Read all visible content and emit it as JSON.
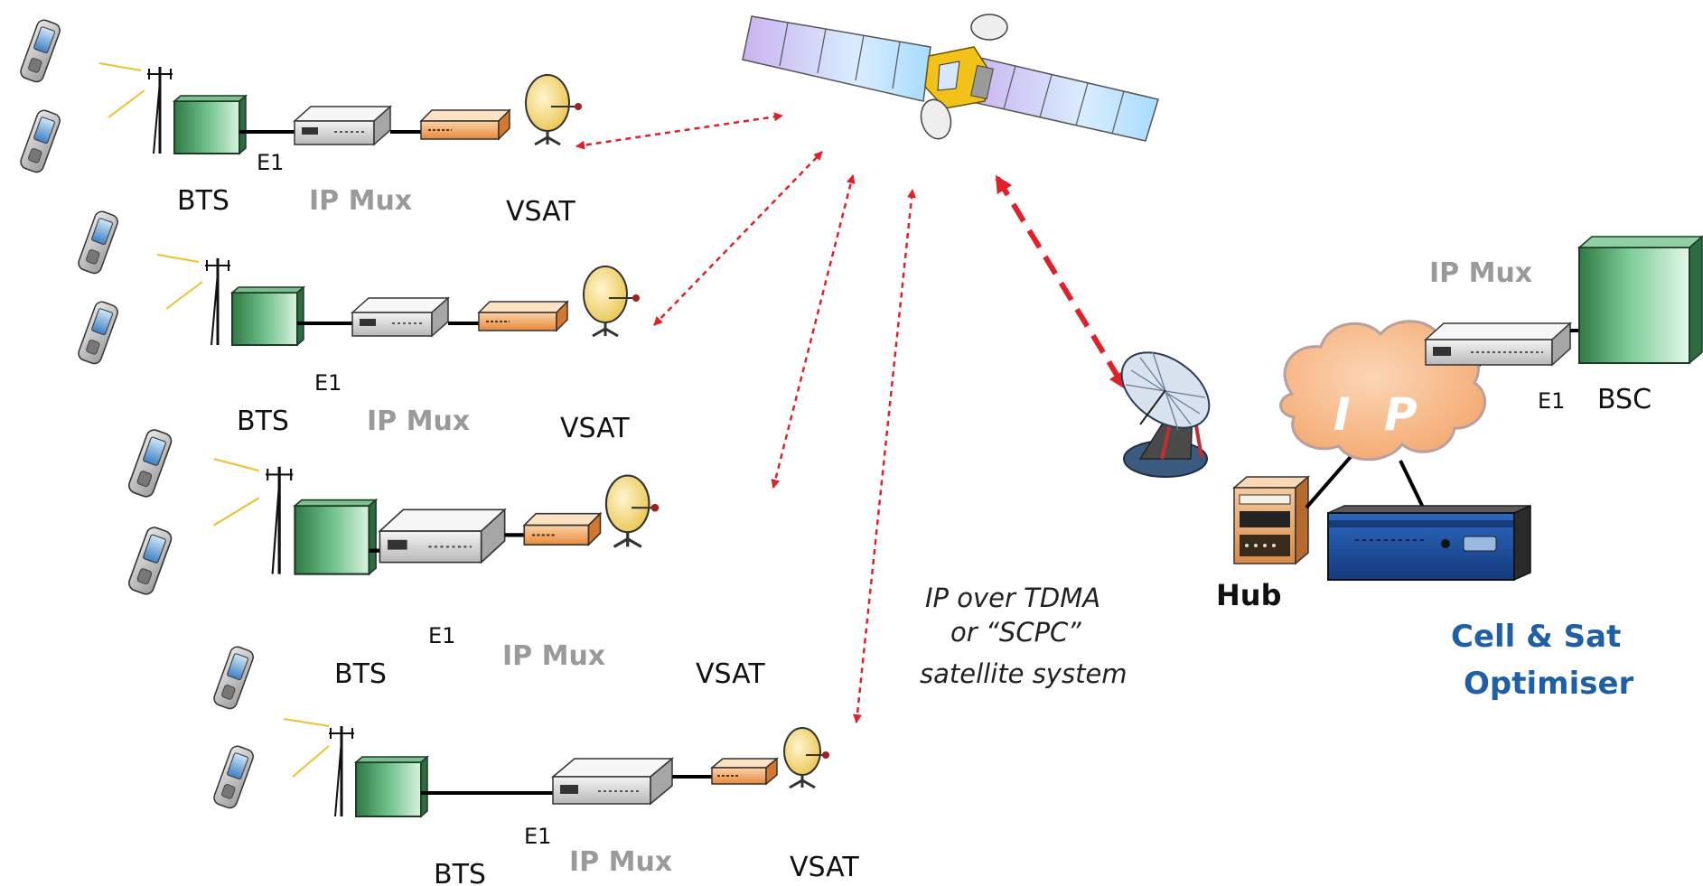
{
  "labels": {
    "bts": "BTS",
    "ip_mux": "IP Mux",
    "vsat": "VSAT",
    "e1": "E1",
    "bsc": "BSC",
    "hub": "Hub",
    "cloud_ip": "I P"
  },
  "satellite_note": {
    "line1": "IP over TDMA",
    "line2": "or “SCPC”",
    "line3": "satellite system"
  },
  "optimiser": {
    "line1": "Cell & Sat",
    "line2": "Optimiser"
  },
  "colors": {
    "link_red": "#e0202a",
    "optimiser_text": "#1f5fa6",
    "mux_text": "#9a9a9a",
    "bts_green": "#3f9a5c",
    "vsat_modem": "#f0a25a",
    "vsat_dish": "#f5d96a",
    "cloud": "#f5b88a",
    "server_blue": "#1c4fa0",
    "radio_beam": "#f0c030"
  },
  "icons": [
    "phone-icon",
    "antenna-icon",
    "bts-cabinet-icon",
    "ip-mux-icon",
    "vsat-modem-icon",
    "vsat-dish-icon",
    "satellite-icon",
    "hub-dish-icon",
    "hub-rack-icon",
    "cloud-icon",
    "server-icon",
    "bsc-cabinet-icon"
  ]
}
